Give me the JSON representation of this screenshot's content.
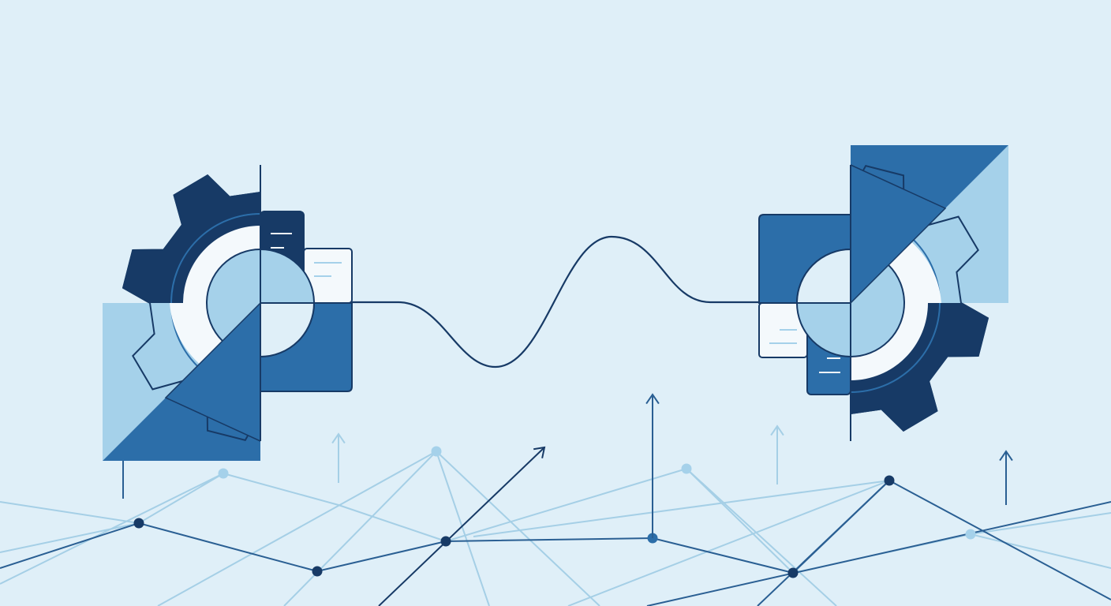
{
  "illustration": {
    "subject": "two-gears-connected-by-wave-over-network",
    "icons": [
      "gear-icon",
      "document-icon",
      "wave-connector",
      "arrow-up-icon",
      "network-node"
    ],
    "colors": {
      "background": "#dfeff8",
      "navy": "#173a66",
      "mid_blue": "#2c6ea9",
      "light_blue": "#a5d1ea",
      "white": "#f4f9fc",
      "line_dark": "#2a5f93",
      "line_light": "#a5cfe6"
    }
  }
}
